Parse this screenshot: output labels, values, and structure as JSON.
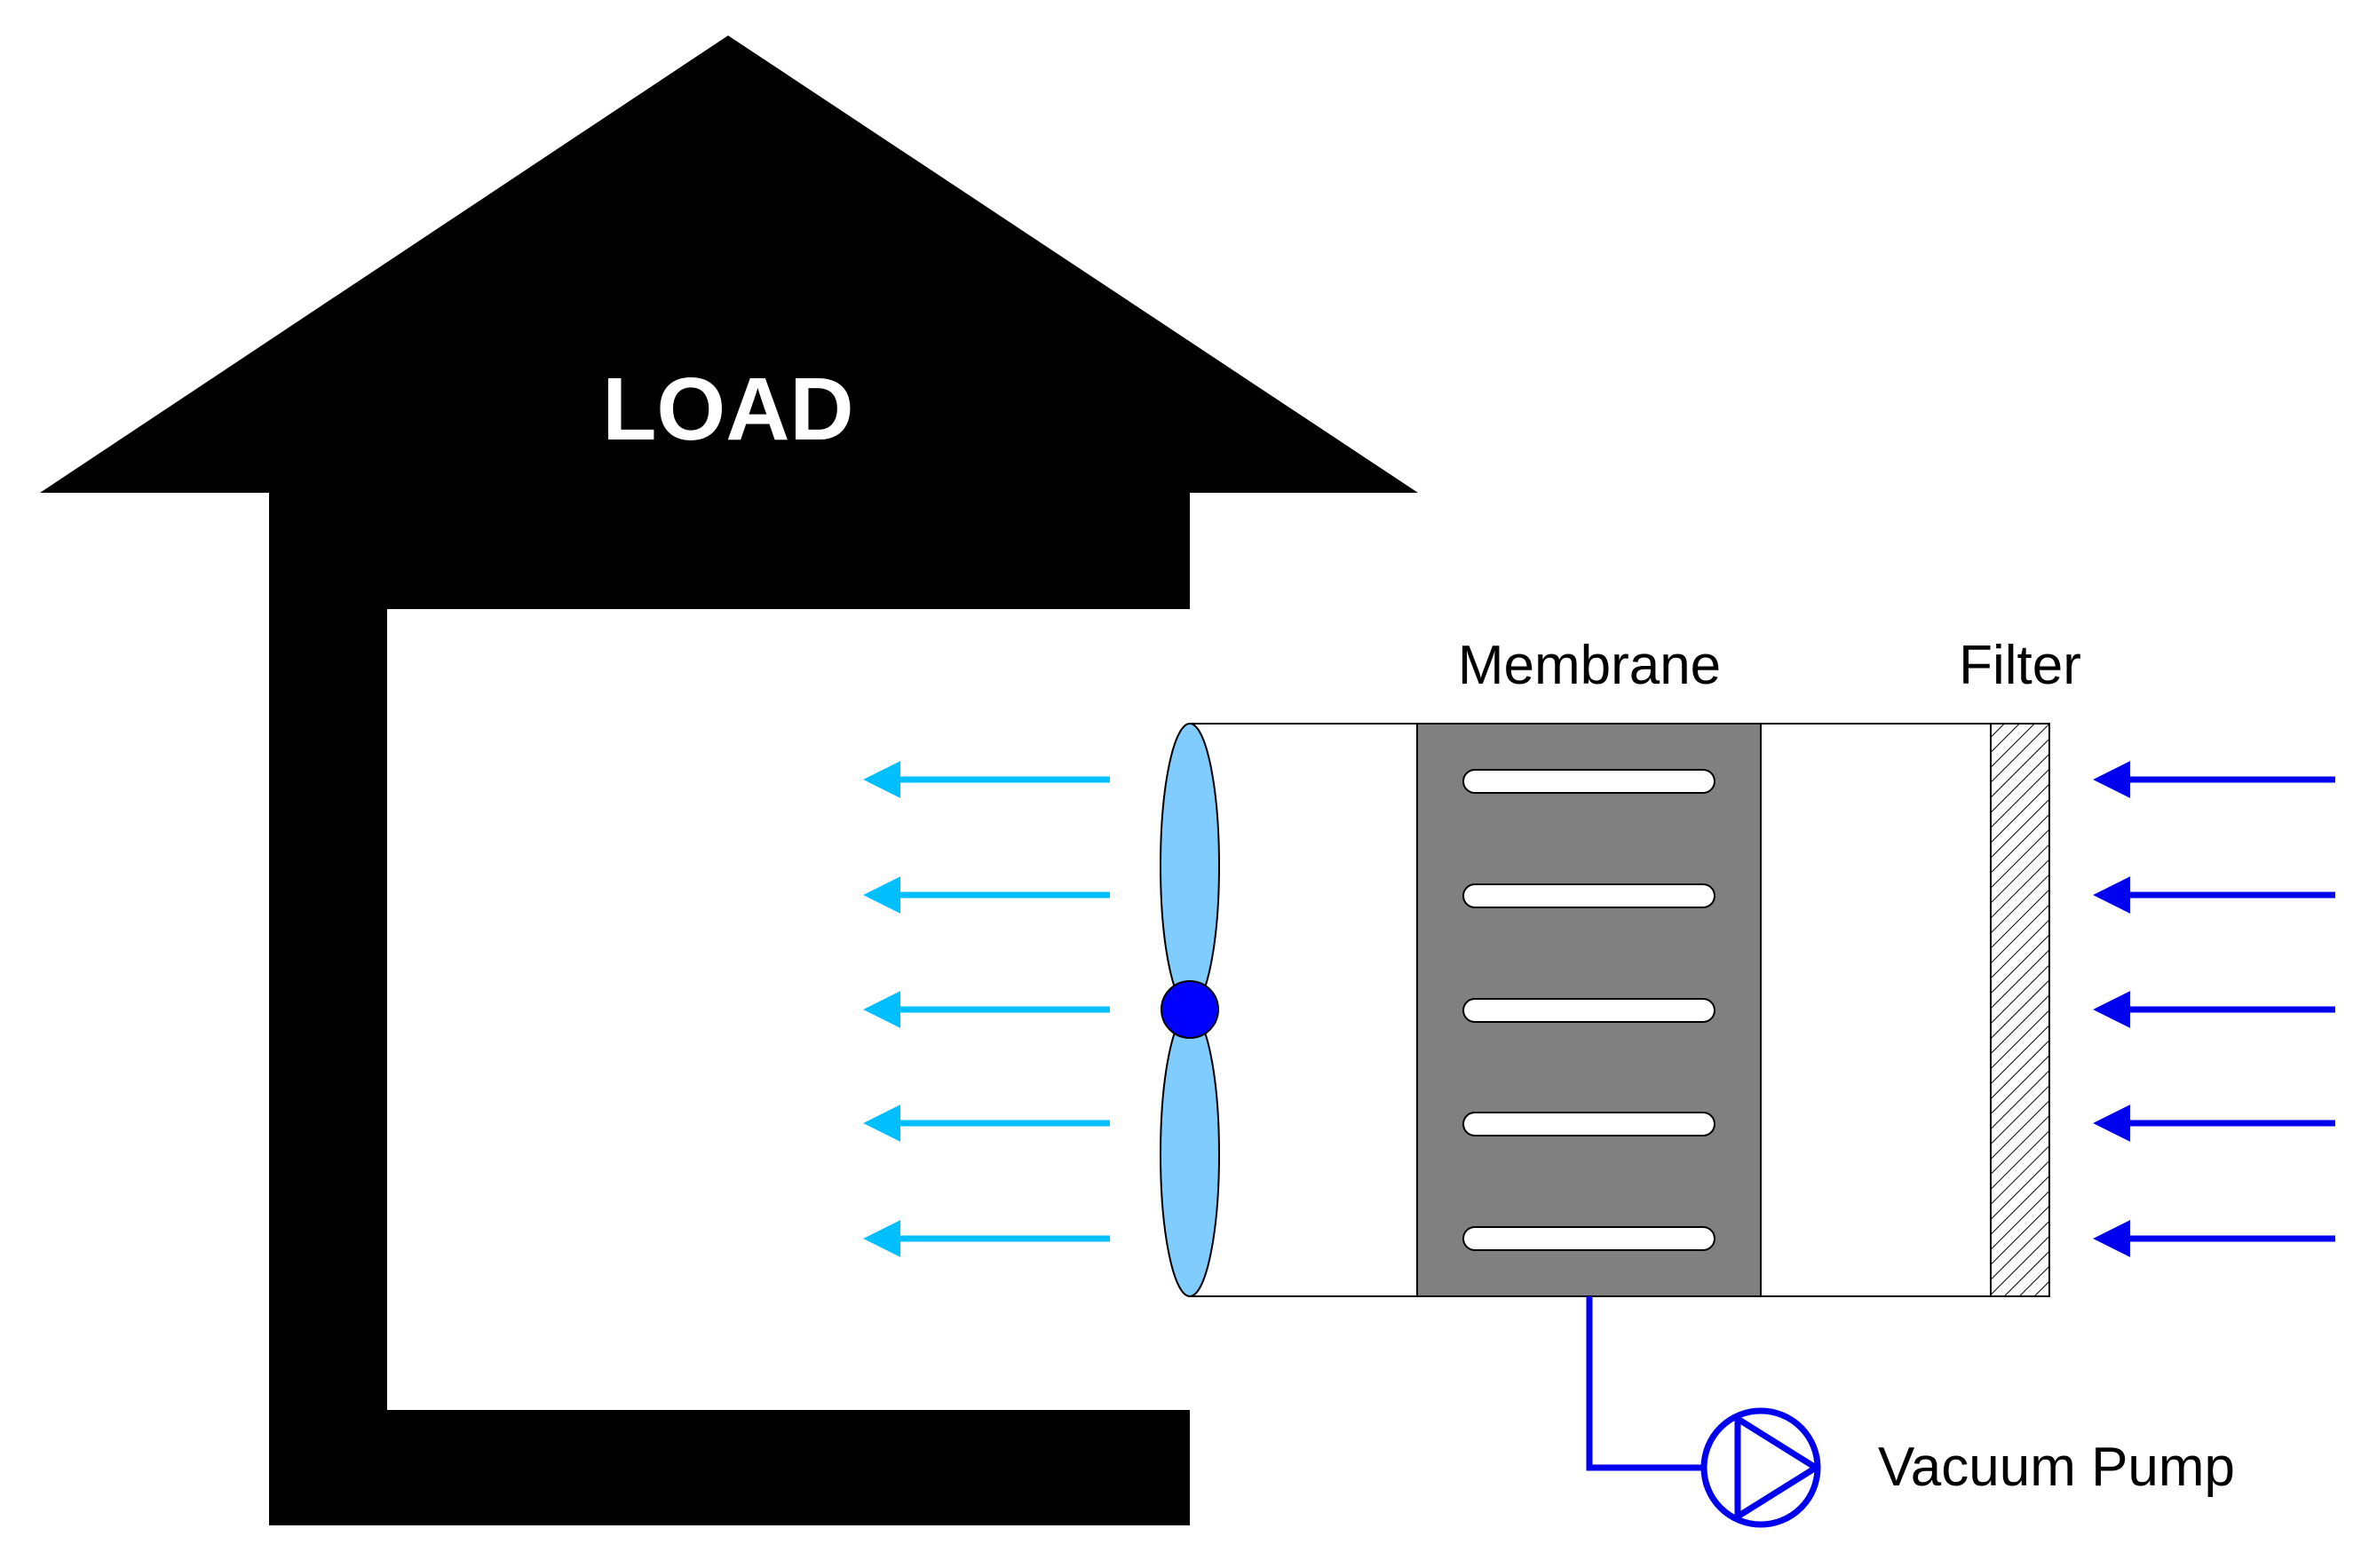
{
  "labels": {
    "load": "LOAD",
    "membrane": "Membrane",
    "filter": "Filter",
    "vacuum_pump": "Vacuum Pump"
  },
  "colors": {
    "house": "#000000",
    "house_interior": "#ffffff",
    "outflow_arrow": "#00bfff",
    "inflow_arrow": "#0000ee",
    "fan_blade": "#80ccff",
    "fan_hub": "#0000ff",
    "membrane_body": "#808080",
    "membrane_slot": "#ffffff",
    "pump_line": "#0000ee",
    "filter_hatch": "#000000"
  },
  "icons": {
    "fan": "fan-icon",
    "pump": "pump-icon",
    "filter": "filter-hatch-icon"
  },
  "arrows": {
    "outflow_count": 5,
    "inflow_count": 5,
    "outflow_direction": "left",
    "inflow_direction": "left"
  },
  "membrane": {
    "slot_count": 5
  }
}
